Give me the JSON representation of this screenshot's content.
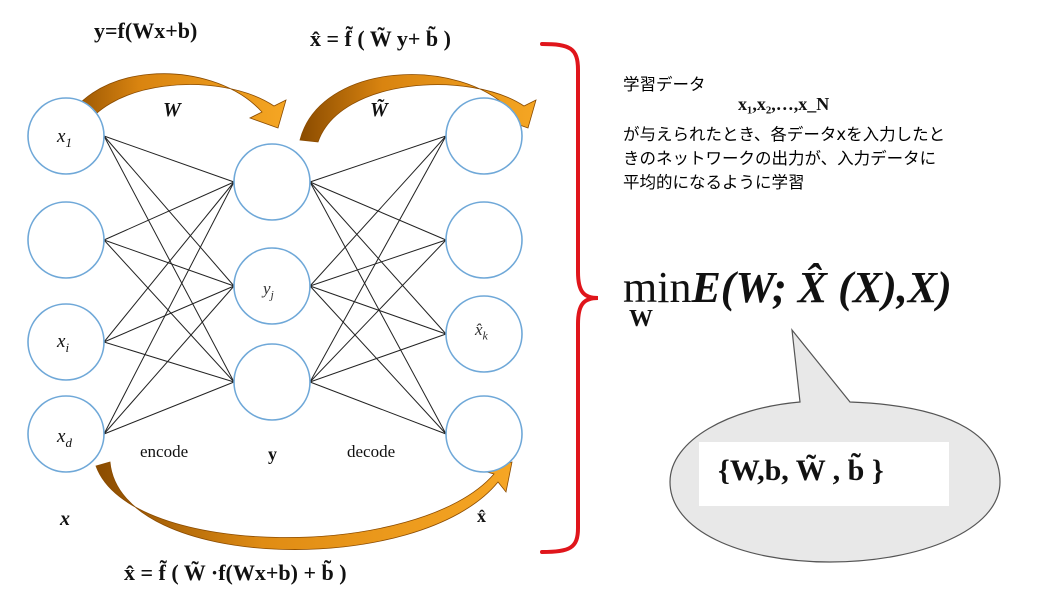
{
  "diagram": {
    "equations": {
      "encoder": "y=f(Wx+b)",
      "decoder": "x̂ = f̃ ( W̃ y+ b̃ )",
      "full": "x̂ = f̃ ( W̃ ·f(Wx+b) + b̃ )"
    },
    "labels": {
      "W": "W",
      "W_tilde": "W̃",
      "encode": "encode",
      "decode": "decode",
      "y": "y",
      "x": "x",
      "x_hat": "x̂"
    },
    "input_nodes": [
      {
        "label": "x",
        "sub": "1"
      },
      {
        "label": "",
        "sub": ""
      },
      {
        "label": "x",
        "sub": "i"
      },
      {
        "label": "x",
        "sub": "d"
      }
    ],
    "hidden_nodes": [
      {
        "label": "",
        "sub": ""
      },
      {
        "label": "y",
        "sub": "j"
      },
      {
        "label": "",
        "sub": ""
      }
    ],
    "output_nodes": [
      {
        "label": "",
        "sub": ""
      },
      {
        "label": "",
        "sub": ""
      },
      {
        "label": "x̂",
        "sub": "k"
      },
      {
        "label": "",
        "sub": ""
      }
    ]
  },
  "description": {
    "line1": "学習データ",
    "data_set": "x₁,x₂,…,x_N",
    "line2": "が与えられたとき、各データxを入力したと",
    "line3": "きのネットワークの出力が、入力データに",
    "line4": "平均的になるように学習"
  },
  "objective": {
    "min": "min",
    "min_sub": "W",
    "expression": "E(W; X̂ (X),X)"
  },
  "bubble": {
    "params": "{W,b, W̃ , b̃ }"
  },
  "colors": {
    "node_stroke": "#6fa8d8",
    "arrow_orange": "#f39c12",
    "arrow_dark": "#a05a00",
    "brace_red": "#e0151b",
    "bubble_fill": "#e8e8e8",
    "bubble_stroke": "#555555"
  }
}
